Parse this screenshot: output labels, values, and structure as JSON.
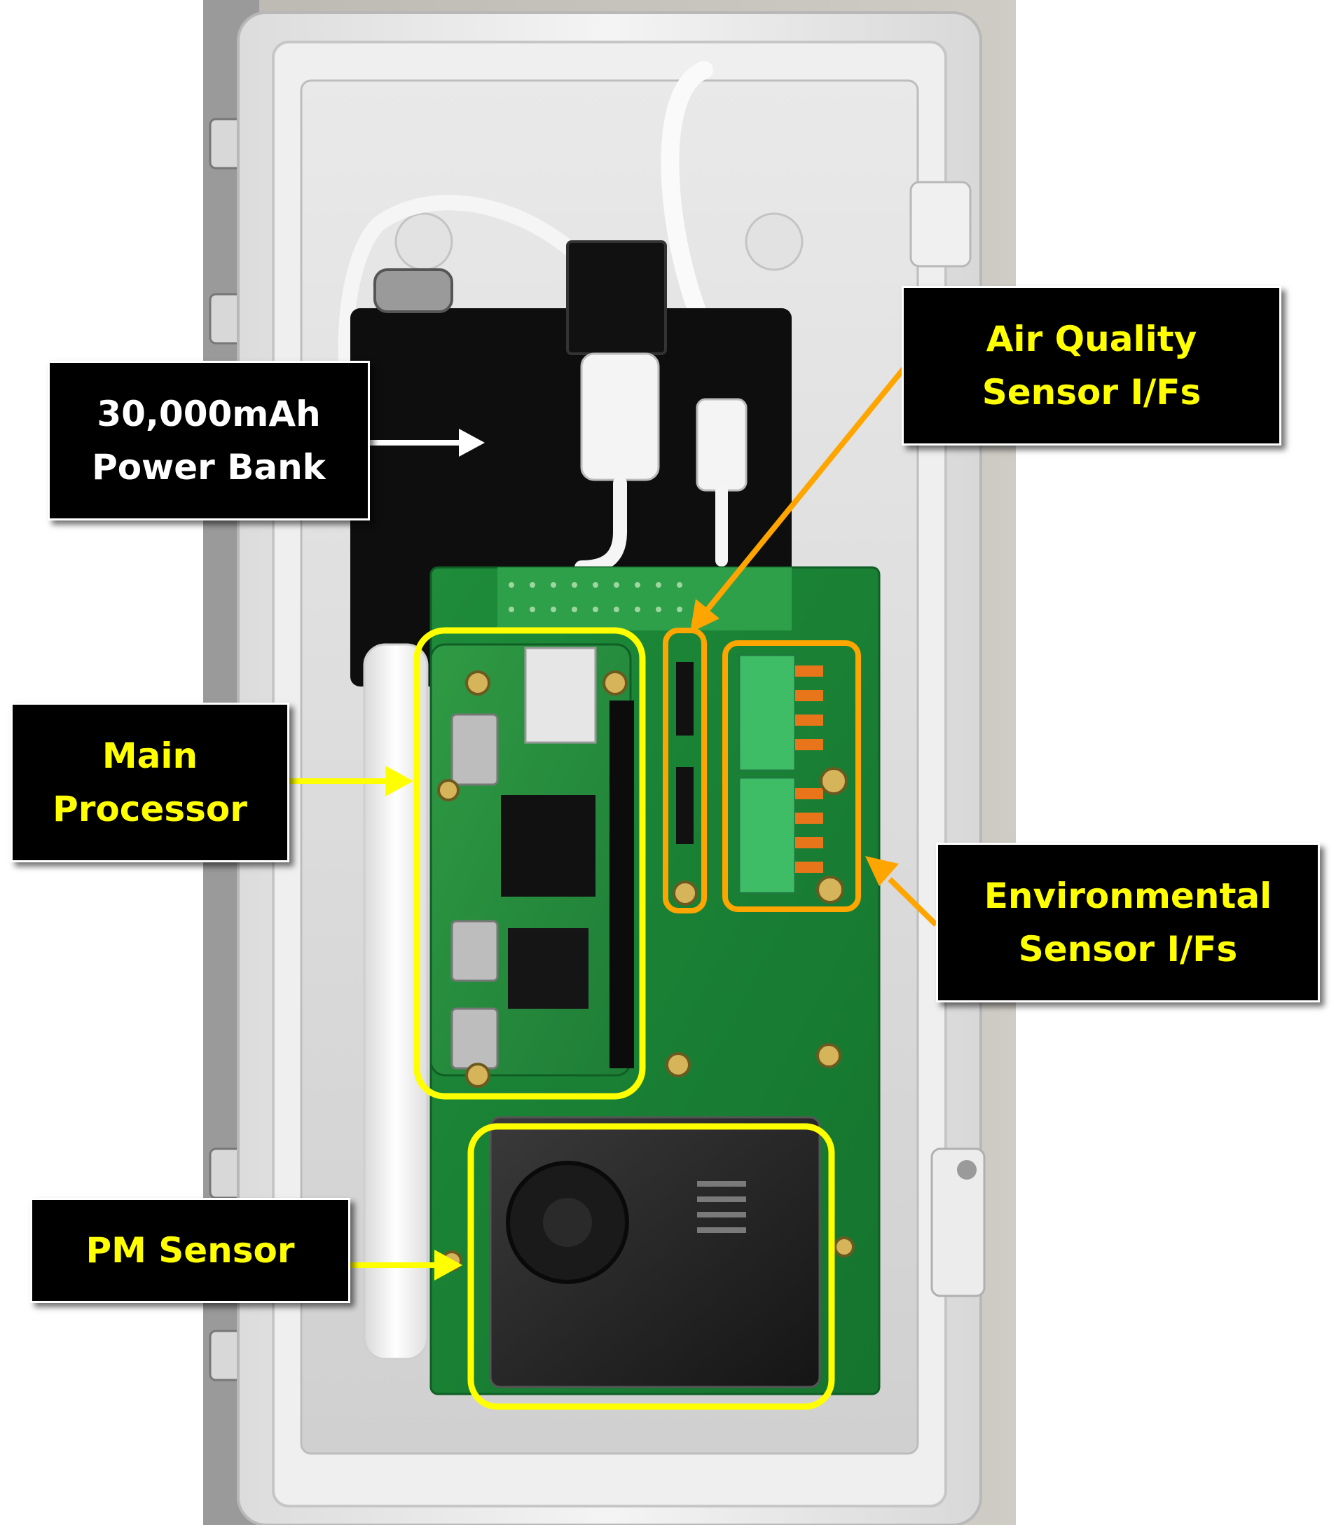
{
  "colors": {
    "label_box_bg": "#000000",
    "label_text_white": "#ffffff",
    "label_text_yellow": "#ffff00",
    "highlight_yellow": "#ffff00",
    "highlight_orange": "#ffa500",
    "pcb_green": "#1f8a3c",
    "enclosure_white": "#f2f2f2"
  },
  "labels": {
    "power_bank": {
      "line1": "30,000mAh",
      "line2": "Power Bank",
      "text_color": "#ffffff",
      "arrow_color": "#ffffff"
    },
    "air_quality": {
      "line1": "Air Quality",
      "line2": "Sensor I/Fs",
      "text_color": "#ffff00",
      "arrow_color": "#ffa500"
    },
    "main_processor": {
      "line1": "Main",
      "line2": "Processor",
      "text_color": "#ffff00",
      "arrow_color": "#ffff00"
    },
    "environmental": {
      "line1": "Environmental",
      "line2": "Sensor I/Fs",
      "text_color": "#ffff00",
      "arrow_color": "#ffa500"
    },
    "pm_sensor": {
      "line1": "PM Sensor",
      "text_color": "#ffff00",
      "arrow_color": "#ffff00"
    }
  },
  "icons": {
    "power_bank": "black-box-battery",
    "processor": "raspberry-pi-zero-board",
    "pm_sensor": "fan-sensor-module",
    "connectors": "terminal-block-connectors",
    "headers": "pin-header-connectors"
  }
}
